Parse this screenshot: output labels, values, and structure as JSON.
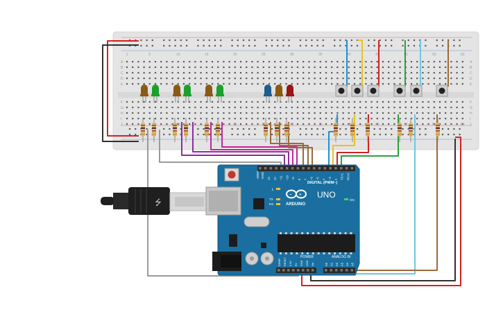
{
  "breadboard": {
    "column_numbers": [
      "1",
      "5",
      "10",
      "15",
      "20",
      "25",
      "30",
      "35",
      "40",
      "45",
      "50",
      "55",
      "60"
    ],
    "row_letters_top": [
      "A",
      "B",
      "C",
      "D",
      "E"
    ],
    "row_letters_bottom": [
      "F",
      "G",
      "H",
      "I",
      "J"
    ]
  },
  "leds": [
    {
      "color": "#8a5a14"
    },
    {
      "color": "#1aa12a"
    },
    {
      "color": "#8a5a14"
    },
    {
      "color": "#1aa12a"
    },
    {
      "color": "#8a5a14"
    },
    {
      "color": "#1aa12a"
    },
    {
      "color": "#1c5f8c"
    },
    {
      "color": "#8a5a14"
    },
    {
      "color": "#9b1414"
    }
  ],
  "pushbuttons": 6,
  "arduino": {
    "brand": "ARDUINO",
    "model": "UNO",
    "digital_label": "DIGITAL (PWM~)",
    "power_label": "POWER",
    "analog_label": "ANALOG IN",
    "on_label": "ON",
    "tx_label": "TX",
    "rx_label": "RX",
    "l_label": "L",
    "aref_label": "AREF",
    "gnd_label": "GND",
    "digital_pins": [
      "13",
      "12",
      "~11",
      "~10",
      "~9",
      "8",
      "7",
      "~6",
      "~5",
      "4",
      "~3",
      "2",
      "TX>1",
      "RX<0"
    ],
    "power_pins": [
      "IOREF",
      "RESET",
      "3.3V",
      "5V",
      "GND",
      "GND",
      "Vin"
    ],
    "analog_pins": [
      "A0",
      "A1",
      "A2",
      "A3",
      "A4",
      "A5"
    ]
  },
  "colors": {
    "board_blue": "#1a6fa0",
    "breadboard": "#e4e4e4",
    "wire_red": "#d42020",
    "wire_black": "#303030",
    "wire_grey": "#9a9a9a",
    "wire_purple": "#8e2a9e",
    "wire_magenta": "#c0269c",
    "wire_brown": "#9a6a3a",
    "wire_blue": "#1f8fd6",
    "wire_yellow": "#e8c21a",
    "wire_green": "#2aa13a",
    "wire_cyan": "#6ec6de"
  }
}
